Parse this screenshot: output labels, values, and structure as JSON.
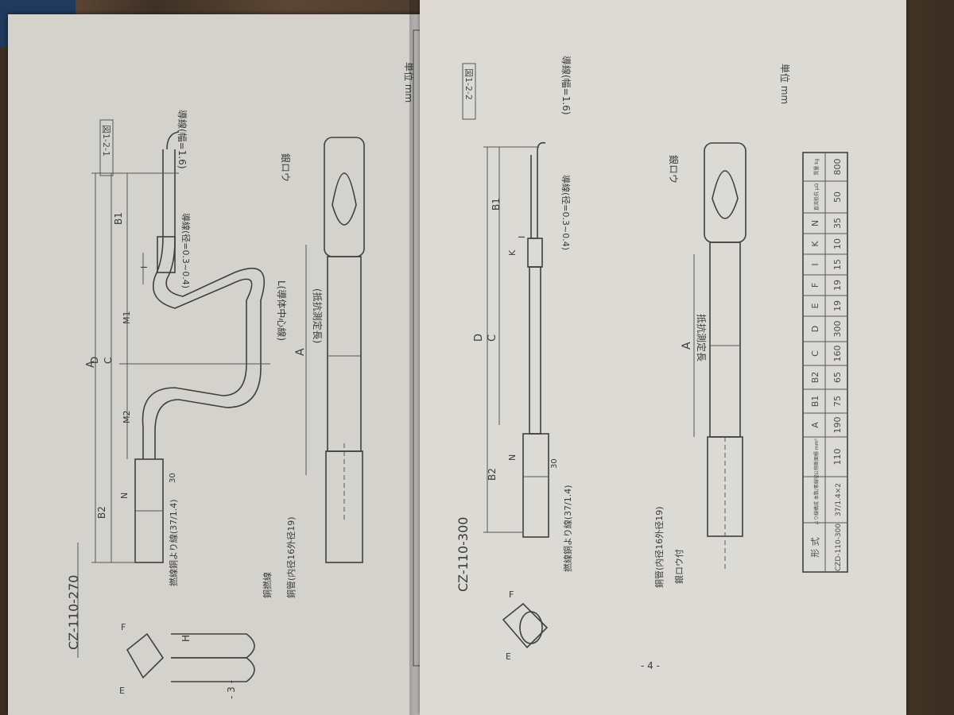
{
  "left_page": {
    "model": "CZ-110-270",
    "figure_label": "図1-2-1",
    "page_number": "- 3 -",
    "unit_label": "単位 mm",
    "labels": {
      "wire": "導線(幅=1.6)",
      "wire_dim": "導線(径=0.3~0.4)",
      "solder": "銀ロウ",
      "center": "L(導体中心線)",
      "resist_length": "(抵抗測定長)",
      "copper_tube": "銅管(内径16外径19)",
      "copper_strand": "撚線銅より線(37/1.4)",
      "copper_strand2": "銅撚線",
      "thirty": "30"
    },
    "dims": [
      "A",
      "B1",
      "B2",
      "C",
      "D",
      "M1",
      "M2",
      "N",
      "I",
      "H",
      "E",
      "F"
    ]
  },
  "right_page": {
    "model": "CZ-110-300",
    "figure_label": "図1-2-2",
    "page_number": "- 4 -",
    "unit_label": "単位 mm",
    "labels": {
      "wire": "導線(幅=1.6)",
      "wire_dim": "導線(径=0.3~0.4)",
      "solder": "銀ロウ",
      "resist_length": "抵抗測定長",
      "copper_tube": "銅管(内径16外径19)",
      "copper_strand": "撚線銅より線(37/1.4)",
      "copper_strand2": "銀ロウ付",
      "thirty": "30"
    },
    "dims": [
      "A",
      "B1",
      "B2",
      "C",
      "D",
      "K",
      "N",
      "I",
      "E",
      "F"
    ],
    "table": {
      "headers": [
        "形 式",
        "より線構成 本数/素線径",
        "公称断面積 mm²",
        "A",
        "B1",
        "B2",
        "C",
        "D",
        "E",
        "F",
        "I",
        "K",
        "N",
        "直流抵抗 μΩ",
        "質量 kg"
      ],
      "rows": [
        [
          "CZD-110-300",
          "37/1.4×2",
          "110",
          "190",
          "75",
          "65",
          "160",
          "300",
          "19",
          "19",
          "15",
          "10",
          "35",
          "50",
          "800"
        ]
      ]
    }
  }
}
